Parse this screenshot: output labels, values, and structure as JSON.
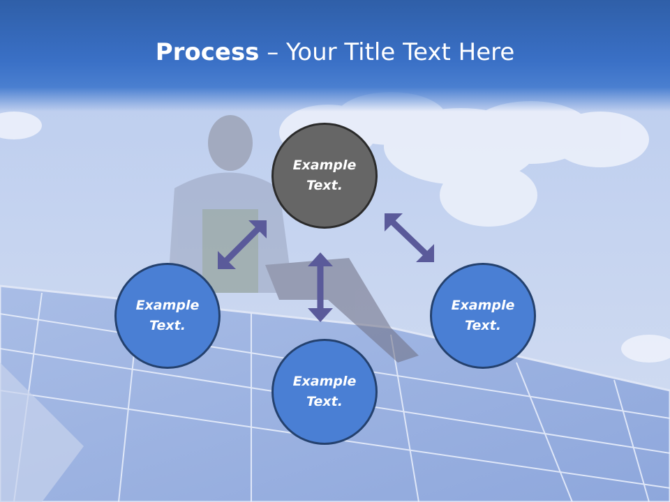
{
  "slide": {
    "title_bold": "Process",
    "title_rest": " – Your Title Text Here"
  },
  "colors": {
    "header": "#3a70c6",
    "node_blue": "#4a7fd4",
    "node_gray": "#666666",
    "arrow": "#5a5a9a"
  },
  "diagram": {
    "nodes": [
      {
        "line1": "Example",
        "line2": "Text."
      },
      {
        "line1": "Example",
        "line2": "Text."
      },
      {
        "line1": "Example",
        "line2": "Text."
      },
      {
        "line1": "Example",
        "line2": "Text."
      }
    ]
  }
}
